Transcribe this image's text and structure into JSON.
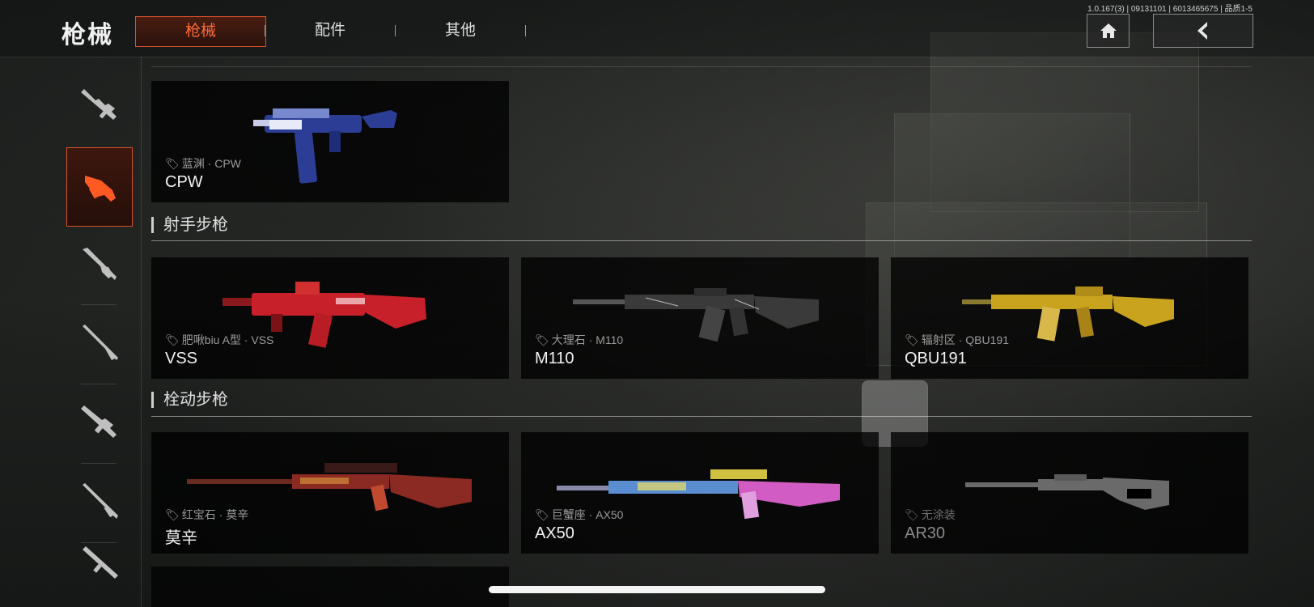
{
  "header": {
    "title": "枪械",
    "tabs": [
      {
        "label": "枪械",
        "active": true
      },
      {
        "label": "配件",
        "active": false
      },
      {
        "label": "其他",
        "active": false
      }
    ],
    "version_text": "1.0.167(3) | 09131101 | 6013465675 | 品质1-5"
  },
  "sidebar": {
    "items": [
      {
        "icon": "assault-rifle-icon",
        "active": false
      },
      {
        "icon": "smg-icon",
        "active": true
      },
      {
        "icon": "shotgun-icon",
        "active": false
      },
      {
        "icon": "sniper-rifle-icon",
        "active": false
      },
      {
        "icon": "light-machine-gun-icon",
        "active": false
      },
      {
        "icon": "bolt-rifle-icon",
        "active": false
      },
      {
        "icon": "rifle-icon",
        "active": false
      }
    ]
  },
  "sections": [
    {
      "title": "",
      "cards": [
        {
          "skin": "蓝渊 · CPW",
          "name": "CPW",
          "locked": false,
          "color": "#3a4ca8"
        }
      ]
    },
    {
      "title": "射手步枪",
      "cards": [
        {
          "skin": "肥啾biu A型 · VSS",
          "name": "VSS",
          "locked": false,
          "color": "#c8202a"
        },
        {
          "skin": "大理石 · M110",
          "name": "M110",
          "locked": false,
          "color": "#3a3a3a"
        },
        {
          "skin": "辐射区 · QBU191",
          "name": "QBU191",
          "locked": false,
          "color": "#c9a21e"
        }
      ]
    },
    {
      "title": "栓动步枪",
      "cards": [
        {
          "skin": "红宝石 · 莫辛",
          "name": "莫辛",
          "locked": false,
          "color": "#8a2a22"
        },
        {
          "skin": "巨蟹座 · AX50",
          "name": "AX50",
          "locked": false,
          "color": "#d05cc4"
        },
        {
          "skin": "无涂装",
          "name": "AR30",
          "locked": true,
          "color": "#6a6a6a"
        }
      ]
    }
  ],
  "colors": {
    "accent": "#d9532a",
    "accent_text": "#ff6a3a"
  }
}
